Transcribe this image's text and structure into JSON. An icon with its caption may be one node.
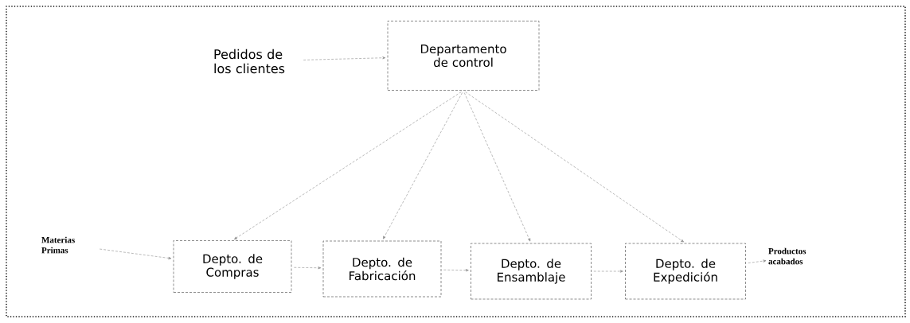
{
  "diagram": {
    "nodes": [
      {
        "text": [
          "Pedidos de los clientes"
        ]
      },
      {
        "text": [
          "Departamento de control"
        ]
      },
      {
        "text": [
          "Materias Primas"
        ]
      },
      {
        "text": [
          "Depto. de Compras"
        ]
      },
      {
        "text": [
          "Depto. de Fabricación"
        ]
      },
      {
        "text": [
          "Depto. de Ensamblaje"
        ]
      },
      {
        "text": [
          "Depto. de Expedición"
        ]
      },
      {
        "text": [
          "Productos acabados"
        ]
      }
    ],
    "edges": [
      {
        "from": 0,
        "to": 1,
        "arrow": "to"
      },
      {
        "from": 1,
        "to": 3,
        "arrow": "to"
      },
      {
        "from": 1,
        "to": 4,
        "arrow": "to"
      },
      {
        "from": 1,
        "to": 5,
        "arrow": "to"
      },
      {
        "from": 1,
        "to": 6,
        "arrow": "to"
      },
      {
        "from": 2,
        "to": 3,
        "arrow": "to"
      },
      {
        "from": 3,
        "to": 4,
        "arrow": "to"
      },
      {
        "from": 4,
        "to": 5,
        "arrow": "to"
      },
      {
        "from": 5,
        "to": 6,
        "arrow": "to"
      },
      {
        "from": 6,
        "to": 7,
        "arrow": "to"
      }
    ]
  }
}
